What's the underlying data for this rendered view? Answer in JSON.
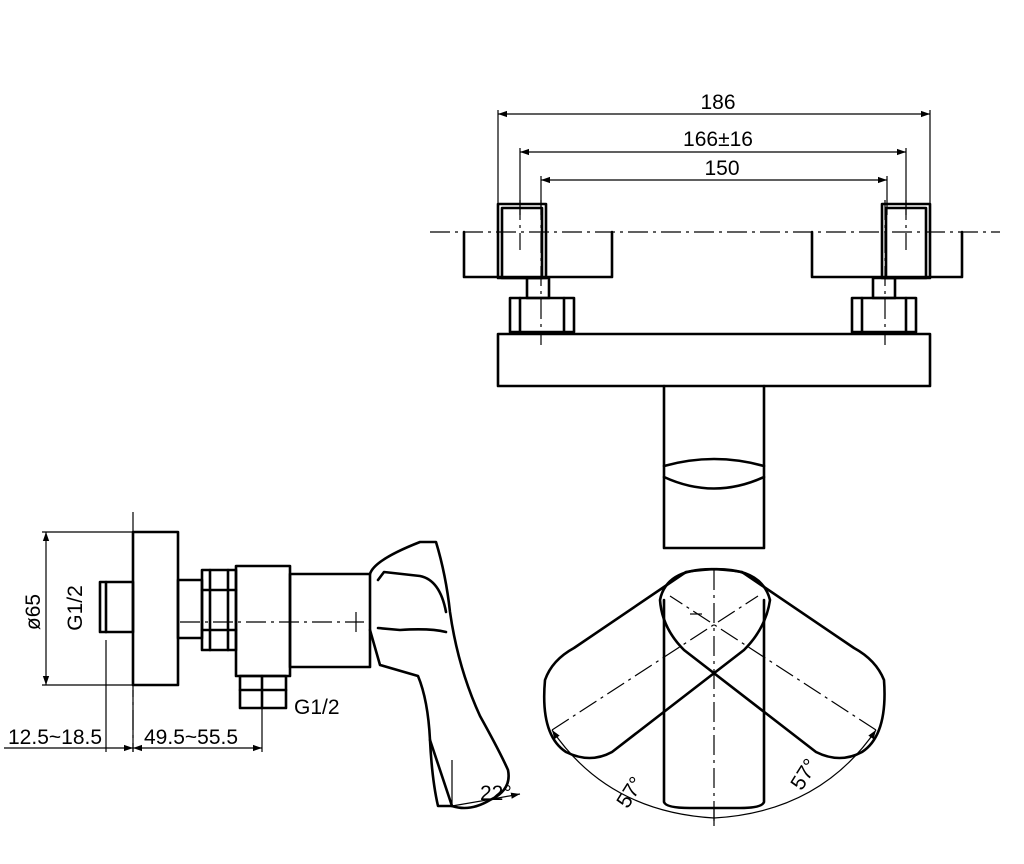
{
  "top_view": {
    "dims": {
      "overall": "186",
      "inlet_range": "166±16",
      "center": "150"
    }
  },
  "side_view": {
    "dims": {
      "flange_diameter": "ø65",
      "inlet_thread": "G1/2",
      "outlet_thread": "G1/2",
      "left_range": "12.5~18.5",
      "body_range": "49.5~55.5",
      "lever_angle": "22°"
    }
  },
  "plan_view": {
    "dims": {
      "angle_left": "57°",
      "angle_right": "57°"
    }
  }
}
